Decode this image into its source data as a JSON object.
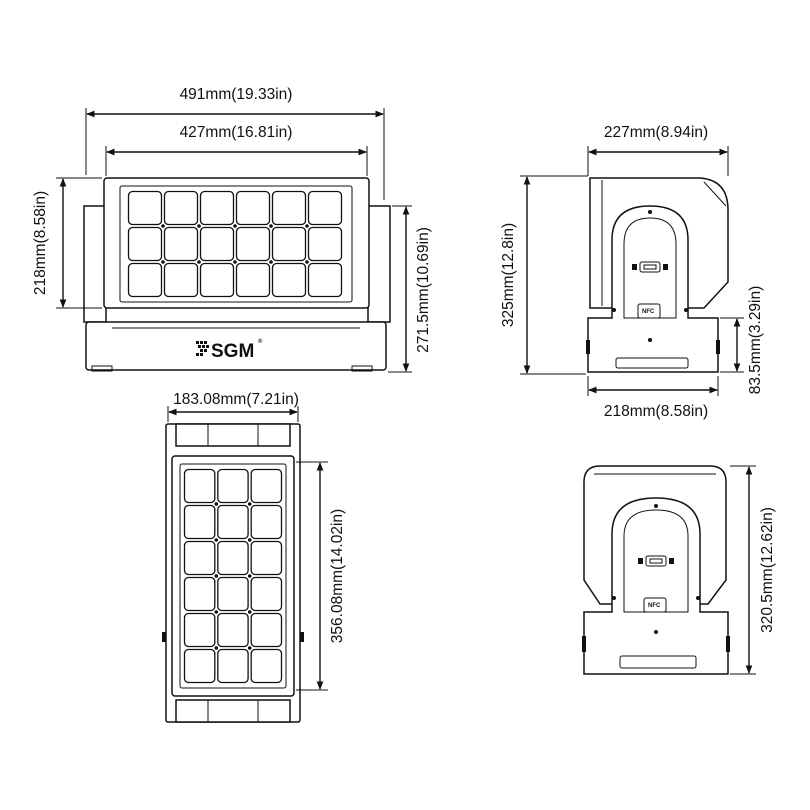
{
  "dimensions": {
    "front_total_width": "491mm(19.33in)",
    "front_panel_width": "427mm(16.81in)",
    "front_panel_height": "218mm(8.58in)",
    "front_total_height": "271.5mm(10.69in)",
    "side_top_width": "227mm(8.94in)",
    "side_height": "325mm(12.8in)",
    "side_base_width": "218mm(8.58in)",
    "side_base_height": "83.5mm(3.29in)",
    "top_width": "183.08mm(7.21in)",
    "top_length": "356.08mm(14.02in)",
    "rear_height": "320.5mm(12.62in)"
  },
  "branding": {
    "logo": "SGM",
    "trademark": "®",
    "nfc_label": "NFC"
  },
  "led_grid": {
    "front_rows": 3,
    "front_cols": 6,
    "top_rows": 6,
    "top_cols": 3
  }
}
